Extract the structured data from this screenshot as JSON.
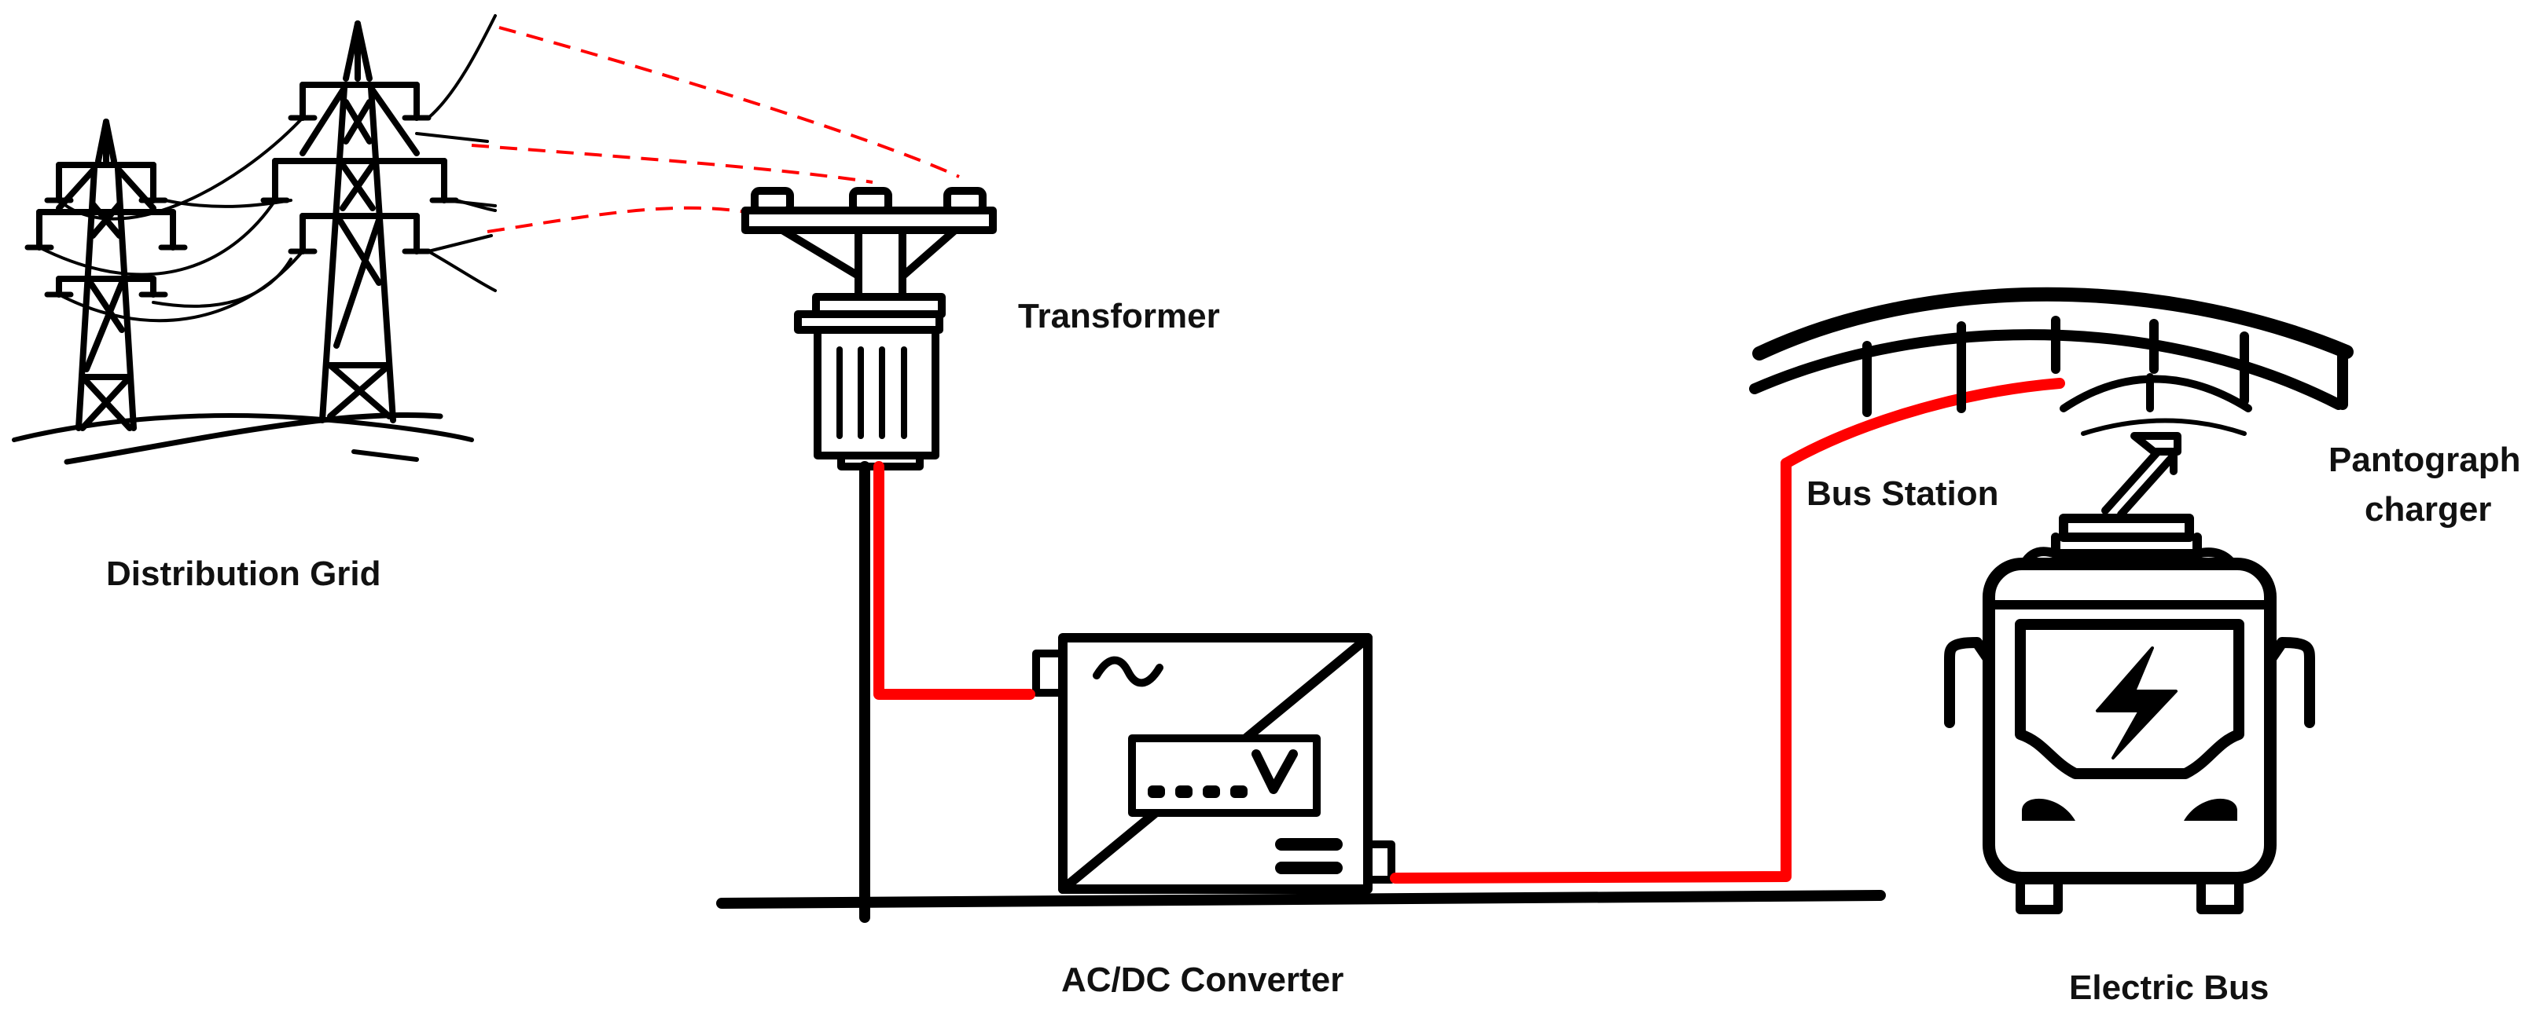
{
  "labels": {
    "distribution_grid": "Distribution Grid",
    "transformer": "Transformer",
    "ac_dc_converter": "AC/DC Converter",
    "bus_station": "Bus Station",
    "pantograph_line1": "Pantograph",
    "pantograph_line2": "charger",
    "electric_bus": "Electric Bus"
  },
  "colors": {
    "line": "#000000",
    "power_path": "#ff0000"
  }
}
